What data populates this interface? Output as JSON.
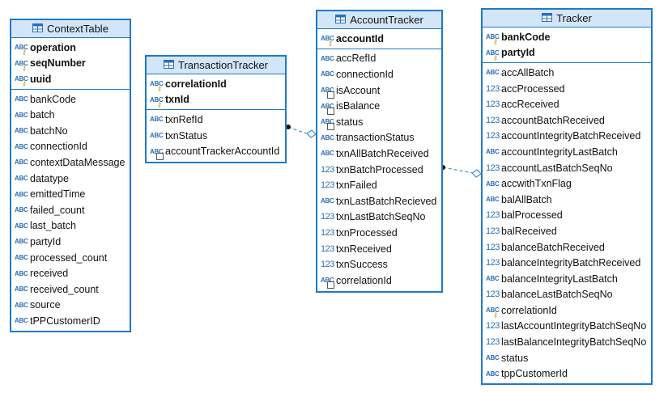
{
  "tables": [
    {
      "id": "context",
      "title": "ContextTable",
      "keys": [
        {
          "name": "operation",
          "type": "text-key"
        },
        {
          "name": "seqNumber",
          "type": "text-key"
        },
        {
          "name": "uuid",
          "type": "text-key"
        }
      ],
      "columns": [
        {
          "name": "bankCode",
          "type": "text"
        },
        {
          "name": "batch",
          "type": "text"
        },
        {
          "name": "batchNo",
          "type": "text"
        },
        {
          "name": "connectionId",
          "type": "text"
        },
        {
          "name": "contextDataMessage",
          "type": "text"
        },
        {
          "name": "datatype",
          "type": "text"
        },
        {
          "name": "emittedTime",
          "type": "text"
        },
        {
          "name": "failed_count",
          "type": "text"
        },
        {
          "name": "last_batch",
          "type": "text"
        },
        {
          "name": "partyId",
          "type": "text"
        },
        {
          "name": "processed_count",
          "type": "text"
        },
        {
          "name": "received",
          "type": "text"
        },
        {
          "name": "received_count",
          "type": "text"
        },
        {
          "name": "source",
          "type": "text"
        },
        {
          "name": "tPPCustomerID",
          "type": "text"
        }
      ]
    },
    {
      "id": "transaction",
      "title": "TransactionTracker",
      "keys": [
        {
          "name": "correlationId",
          "type": "text-key"
        },
        {
          "name": "txnId",
          "type": "text-key"
        }
      ],
      "columns": [
        {
          "name": "txnRefId",
          "type": "text"
        },
        {
          "name": "txnStatus",
          "type": "text"
        },
        {
          "name": "accountTrackerAccountId",
          "type": "text-index"
        }
      ]
    },
    {
      "id": "account",
      "title": "AccountTracker",
      "keys": [
        {
          "name": "accountId",
          "type": "text-key"
        }
      ],
      "columns": [
        {
          "name": "accRefId",
          "type": "text"
        },
        {
          "name": "connectionId",
          "type": "text"
        },
        {
          "name": "isAccount",
          "type": "text-index"
        },
        {
          "name": "isBalance",
          "type": "text-index"
        },
        {
          "name": "status",
          "type": "text-index"
        },
        {
          "name": "transactionStatus",
          "type": "text"
        },
        {
          "name": "txnAllBatchReceived",
          "type": "text"
        },
        {
          "name": "txnBatchProcessed",
          "type": "num"
        },
        {
          "name": "txnFailed",
          "type": "num"
        },
        {
          "name": "txnLastBatchRecieved",
          "type": "text"
        },
        {
          "name": "txnLastBatchSeqNo",
          "type": "num"
        },
        {
          "name": "txnProcessed",
          "type": "num"
        },
        {
          "name": "txnReceived",
          "type": "num"
        },
        {
          "name": "txnSuccess",
          "type": "num"
        },
        {
          "name": "correlationId",
          "type": "text-index"
        }
      ]
    },
    {
      "id": "tracker",
      "title": "Tracker",
      "keys": [
        {
          "name": "bankCode",
          "type": "text-key"
        },
        {
          "name": "partyId",
          "type": "text-key"
        }
      ],
      "columns": [
        {
          "name": "accAllBatch",
          "type": "text"
        },
        {
          "name": "accProcessed",
          "type": "num"
        },
        {
          "name": "accReceived",
          "type": "num"
        },
        {
          "name": "accountBatchReceived",
          "type": "num"
        },
        {
          "name": "accountIntegrityBatchReceived",
          "type": "num"
        },
        {
          "name": "accountIntegrityLastBatch",
          "type": "text"
        },
        {
          "name": "accountLastBatchSeqNo",
          "type": "num"
        },
        {
          "name": "accwithTxnFlag",
          "type": "text"
        },
        {
          "name": "balAllBatch",
          "type": "text"
        },
        {
          "name": "balProcessed",
          "type": "num"
        },
        {
          "name": "balReceived",
          "type": "num"
        },
        {
          "name": "balanceBatchReceived",
          "type": "num"
        },
        {
          "name": "balanceIntegrityBatchReceived",
          "type": "num"
        },
        {
          "name": "balanceIntegrityLastBatch",
          "type": "text"
        },
        {
          "name": "balanceLastBatchSeqNo",
          "type": "num"
        },
        {
          "name": "correlationId",
          "type": "text-key"
        },
        {
          "name": "lastAccountIntegrityBatchSeqNo",
          "type": "num"
        },
        {
          "name": "lastBalanceIntegrityBatchSeqNo",
          "type": "num"
        },
        {
          "name": "status",
          "type": "text"
        },
        {
          "name": "tppCustomerId",
          "type": "text"
        }
      ]
    }
  ],
  "type_labels": {
    "text": "ABC",
    "num": "123"
  },
  "colors": {
    "border": "#1e7ac8",
    "header_bg": "#d3e6f8",
    "type_icon": "#2a6fb7",
    "connector": "#3a8fd0"
  }
}
